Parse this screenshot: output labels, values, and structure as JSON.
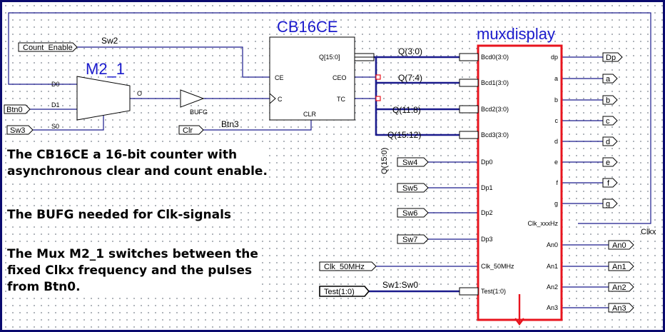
{
  "components": {
    "counter": {
      "name": "CB16CE",
      "pins": {
        "q": "Q[15:0]",
        "ceo": "CEO",
        "tc": "TC",
        "ce": "CE",
        "c": "C",
        "clr": "CLR"
      }
    },
    "mux": {
      "name": "M2_1",
      "pins": {
        "d0": "D0",
        "d1": "D1",
        "s0": "S0",
        "o": "O"
      }
    },
    "bufg": {
      "name": "BUFG"
    },
    "display": {
      "name": "muxdisplay",
      "left_pins": [
        "Bcd0(3:0)",
        "Bcd1(3:0)",
        "Bcd2(3:0)",
        "Bcd3(3:0)",
        "Dp0",
        "Dp1",
        "Dp2",
        "Dp3",
        "Clk_50MHz",
        "Test(1:0)"
      ],
      "right_pins": [
        "dp",
        "a",
        "b",
        "c",
        "d",
        "e",
        "f",
        "g",
        "Clk_xxxHz",
        "An0",
        "An1",
        "An2",
        "An3"
      ]
    }
  },
  "ports": {
    "count_enable": "Count_Enable",
    "btn0": "Btn0",
    "sw3": "Sw3",
    "clr": "Clr",
    "sw4": "Sw4",
    "sw5": "Sw5",
    "sw6": "Sw6",
    "sw7": "Sw7",
    "clk50": "Clk_50MHz",
    "test": "Test(1:0)",
    "outputs": [
      "Dp",
      "a",
      "b",
      "c",
      "d",
      "e",
      "f",
      "g",
      "An0",
      "An1",
      "An2",
      "An3"
    ]
  },
  "nets": {
    "sw2": "Sw2",
    "btn3": "Btn3",
    "clkx": "Clkx",
    "sw1sw0": "Sw1:Sw0",
    "q_full": "Q(15:0)",
    "q_slices": [
      "Q(3:0)",
      "Q(7:4)",
      "Q(11:8)",
      "Q(15:12)"
    ]
  },
  "notes": [
    "The CB16CE a 16-bit counter with",
    "asynchronous clear and count enable.",
    "The BUFG needed for Clk-signals",
    "The Mux M2_1 switches between the",
    "fixed Clkx frequency and the pulses",
    "from Btn0."
  ],
  "colors": {
    "wire": "#1a1a8c",
    "title": "#1a1acc",
    "highlight": "#e8141e",
    "frame": "#0a0a6e"
  }
}
